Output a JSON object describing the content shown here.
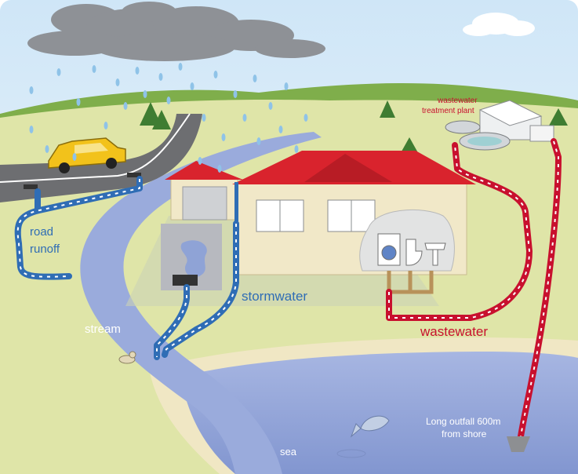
{
  "labels": {
    "road_runoff_line1": "road",
    "road_runoff_line2": "runoff",
    "stormwater": "stormwater",
    "stream": "stream",
    "wastewater": "wastewater",
    "plant_line1": "wastewater",
    "plant_line2": "treatment plant",
    "outfall_line1": "Long outfall 600m",
    "outfall_line2": "from shore",
    "sea": "sea"
  },
  "colors": {
    "stormwater_pipe": "#2f6db5",
    "wastewater_pipe": "#c8102e",
    "water": "#8fa3d6",
    "grass": "#dfe5a8",
    "roof": "#d9232d",
    "car": "#f2c21b",
    "sky": "#e8f3fb"
  }
}
